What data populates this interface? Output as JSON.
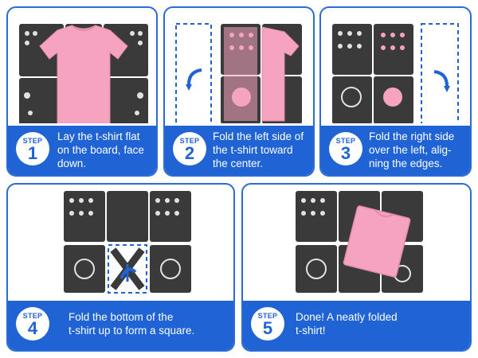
{
  "colors": {
    "accent": "#1f63d4",
    "board": "#3a3a3a",
    "shirt": "#f5a3c0",
    "dashed": "#1f63d4"
  },
  "steps": [
    {
      "label": "STEP",
      "number": "1",
      "lines": [
        "Lay the t-shirt flat",
        "on the board, face",
        "down."
      ]
    },
    {
      "label": "STEP",
      "number": "2",
      "lines": [
        "Fold the left side of",
        "the t-shirt toward",
        "the center."
      ]
    },
    {
      "label": "STEP",
      "number": "3",
      "lines": [
        "Fold the right side",
        "over the left, alig-",
        "ning the edges."
      ]
    },
    {
      "label": "STEP",
      "number": "4",
      "lines": [
        "Fold the bottom of the",
        "t-shirt up to form a square."
      ]
    },
    {
      "label": "STEP",
      "number": "5",
      "lines": [
        "Done! A neatly folded",
        "t-shirt!"
      ]
    }
  ]
}
